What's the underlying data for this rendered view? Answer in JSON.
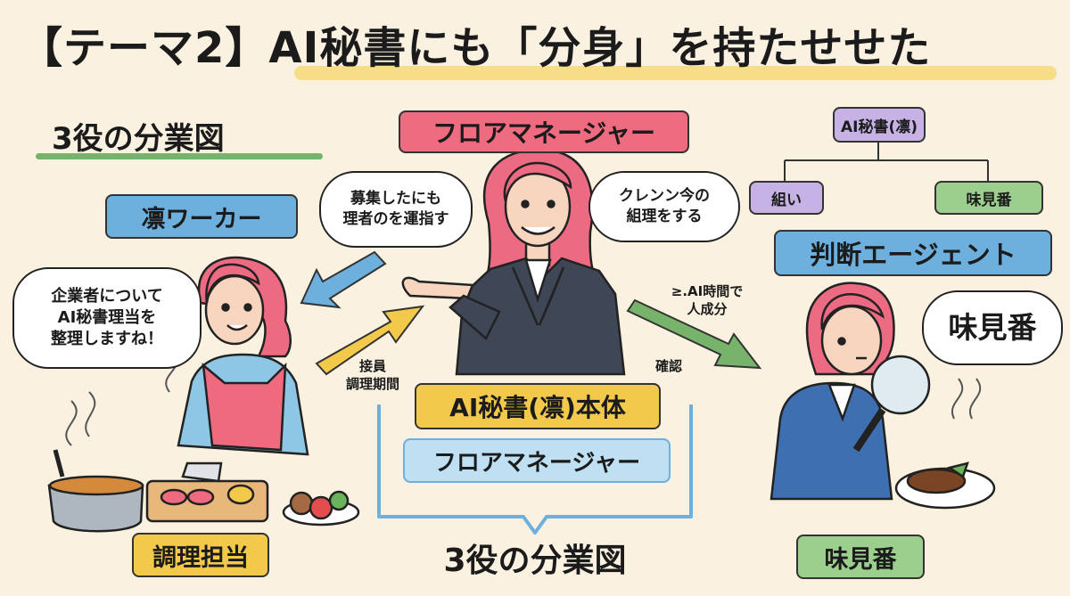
{
  "title": "【テーマ2】AI秘書にも「分身」を持たせせた",
  "subtitle": "3役の分業図",
  "top_center_role": "フロアマネージャー",
  "left_role": "凛ワーカー",
  "right_role": "判断エージェント",
  "org_chart": {
    "root": "AI秘書(凛)",
    "left_child": "組い",
    "right_child": "味見番"
  },
  "bubbles": {
    "center_left": "募集したにも\n理者のを運指す",
    "center_right": "クレンン今の\n組理をする",
    "worker": "企業者について\nAI秘書理当を\n整理しますね！",
    "judge": "味見番"
  },
  "arrow_labels": {
    "up_arrow": "接員\n調理期間",
    "right_arrow_top": "≥.AI時間で\n人成分",
    "right_arrow_bottom": "確認"
  },
  "center_panel": {
    "main_label": "AI秘書(凛)本体",
    "sub_label": "フロアマネージャー",
    "caption": "3役の分業図"
  },
  "bottom_labels": {
    "left": "調理担当",
    "right": "味見番"
  },
  "colors": {
    "background": "#faf1e0",
    "red": "#ee6b80",
    "blue": "#6db0dd",
    "green": "#9ccf8e",
    "yellow": "#f3c94c",
    "purple": "#c7b2e6"
  }
}
